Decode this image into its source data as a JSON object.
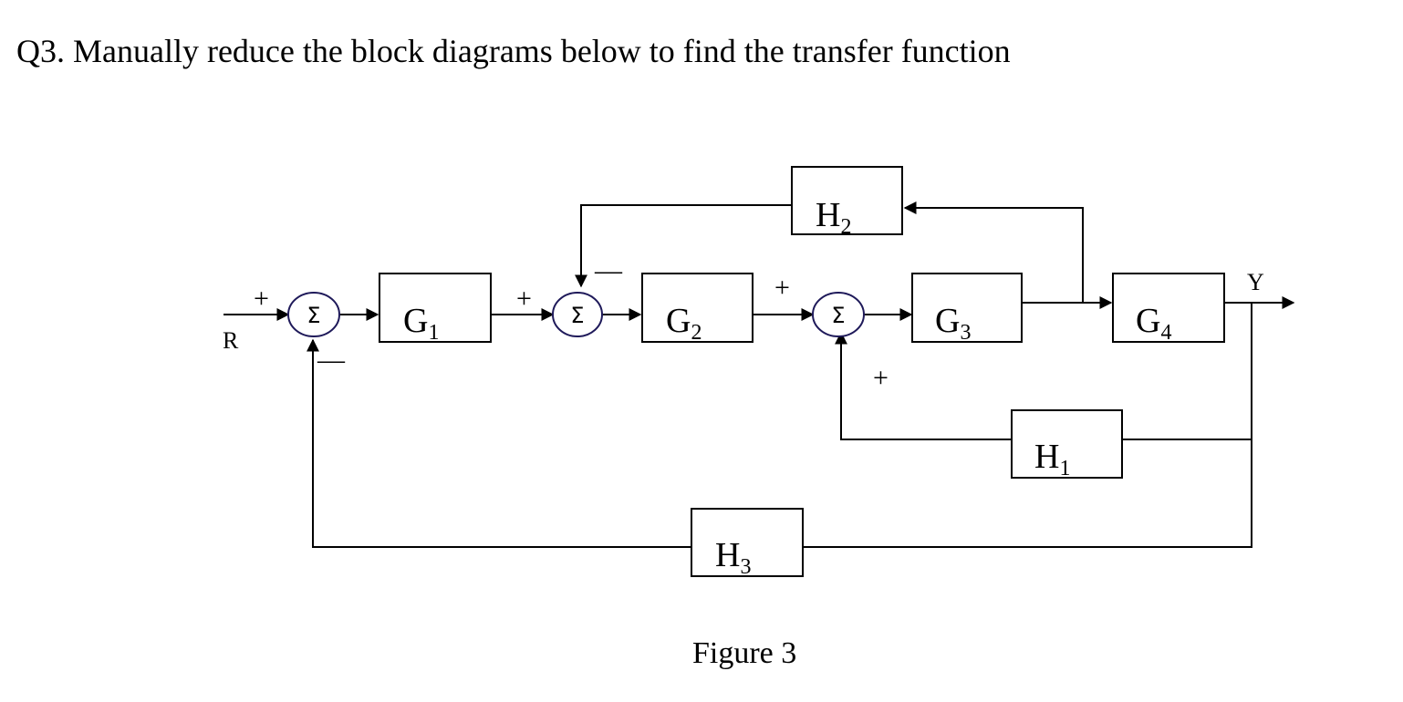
{
  "question": {
    "text": "Q3. Manually reduce the block diagrams below to find the transfer function"
  },
  "diagram": {
    "blocks": {
      "g1": {
        "letter": "G",
        "sub": "1"
      },
      "g2": {
        "letter": "G",
        "sub": "2"
      },
      "g3": {
        "letter": "G",
        "sub": "3"
      },
      "g4": {
        "letter": "G",
        "sub": "4"
      },
      "h1": {
        "letter": "H",
        "sub": "1"
      },
      "h2": {
        "letter": "H",
        "sub": "2"
      },
      "h3": {
        "letter": "H",
        "sub": "3"
      }
    },
    "summing_junction_symbol": "Σ",
    "signals": {
      "input": "R",
      "output": "Y"
    },
    "signs": {
      "sum1_input": "+",
      "sum1_feedback": "—",
      "sum2_input": "+",
      "sum2_feedback": "—",
      "sum3_input": "+",
      "sum3_feedback": "+"
    },
    "caption": "Figure 3"
  }
}
